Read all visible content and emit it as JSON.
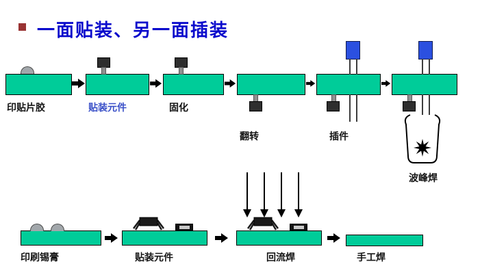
{
  "slide": {
    "title": "一面贴装、另一面插装"
  },
  "palette": {
    "title_blue": "#0b0bcc",
    "bullet_red": "#993333",
    "board_green": "#00cc99",
    "capacitor_blue": "#2b50e0",
    "highlight_label_blue": "#3a50c8"
  },
  "top_flow": {
    "steps": [
      {
        "label": "印贴片胶"
      },
      {
        "label": "贴装元件"
      },
      {
        "label": "固化"
      },
      {
        "label": "翻转"
      },
      {
        "label": "插件"
      },
      {
        "label": "波峰焊"
      }
    ]
  },
  "bottom_flow": {
    "steps": [
      {
        "label": "印刷锡膏"
      },
      {
        "label": "贴装元件"
      },
      {
        "label": "回流焊"
      },
      {
        "label": "手工焊"
      }
    ]
  }
}
